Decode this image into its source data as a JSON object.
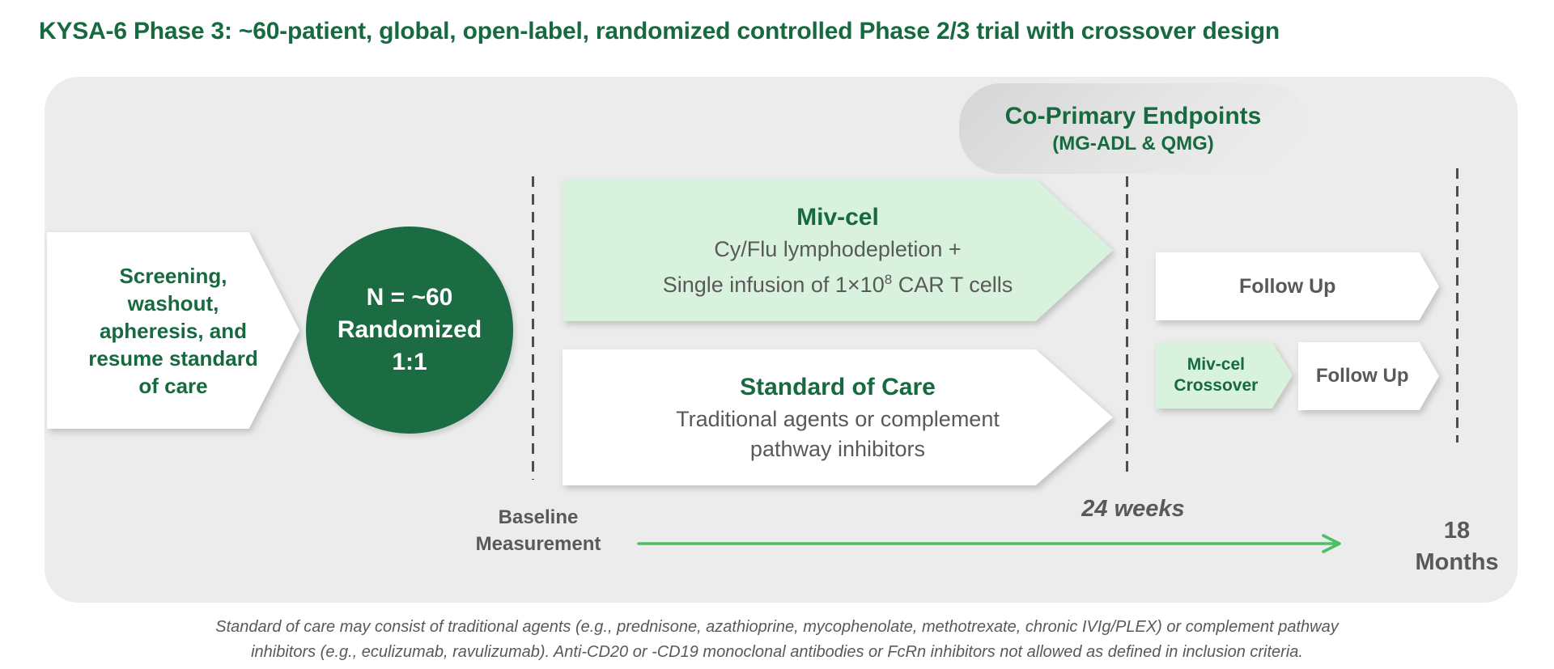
{
  "title": "KYSA-6 Phase 3: ~60-patient, global, open-label, randomized controlled Phase 2/3 trial with crossover design",
  "endpoints_badge": {
    "title": "Co-Primary Endpoints",
    "subtitle": "(MG-ADL & QMG)"
  },
  "screening_step": {
    "lines": [
      "Screening,",
      "washout,",
      "apheresis, and",
      "resume standard",
      "of care"
    ]
  },
  "randomization": {
    "lines": [
      "N = ~60",
      "Randomized",
      "1:1"
    ]
  },
  "arms": {
    "mivcel": {
      "title": "Miv-cel",
      "desc_line1": "Cy/Flu lymphodepletion +",
      "desc_line2_prefix": "Single infusion of 1×10",
      "desc_line2_sup": "8",
      "desc_line2_suffix": " CAR T cells"
    },
    "soc": {
      "title": "Standard of Care",
      "desc_line1": "Traditional agents or complement",
      "desc_line2": "pathway inhibitors"
    }
  },
  "followup": {
    "top_label": "Follow Up",
    "crossover_line1": "Miv-cel",
    "crossover_line2": "Crossover",
    "bottom_label": "Follow Up"
  },
  "timeline": {
    "baseline_line1": "Baseline",
    "baseline_line2": "Measurement",
    "midpoint_label": "24 weeks",
    "end_line1": "18",
    "end_line2": "Months"
  },
  "footnote": {
    "line1": "Standard of care may consist of traditional agents (e.g., prednisone, azathioprine, mycophenolate, methotrexate, chronic IVIg/PLEX) or complement pathway",
    "line2": "inhibitors (e.g., eculizumab, ravulizumab). Anti-CD20 or -CD19 monoclonal antibodies or FcRn inhibitors not allowed as defined in inclusion criteria."
  },
  "colors": {
    "brand_green": "#176a40",
    "circle_green": "#1b6c42",
    "light_green": "#d9f2de",
    "panel_gray": "#ebeceb",
    "text_gray": "#595959",
    "timeline_green": "#4dbf63",
    "dash_gray": "#4d4d4d"
  }
}
